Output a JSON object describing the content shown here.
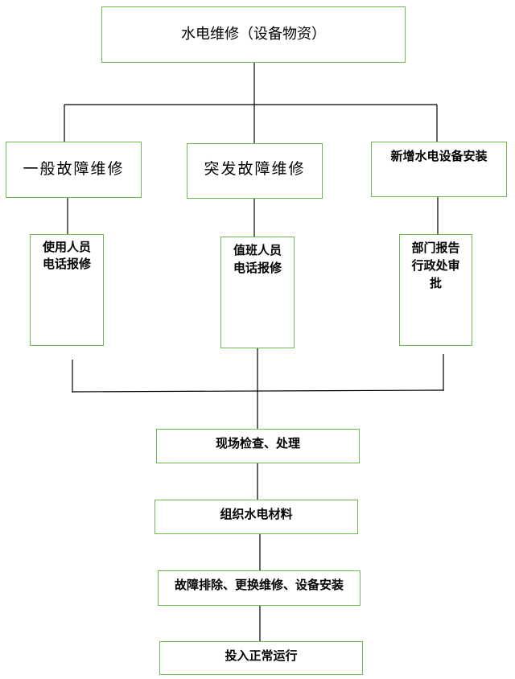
{
  "chart_data": {
    "type": "flowchart",
    "nodes": {
      "root": "水电维修（设备物资）",
      "category_general": "一般故障维修",
      "category_emergency": "突发故障维修",
      "category_new_install": "新增水电设备安装",
      "report_user": "使用人员\n电话报修",
      "report_duty": "值班人员\n电话报修",
      "report_department": "部门报告\n行政处审\n批",
      "step_inspect": "现场检查、处理",
      "step_materials": "组织水电材料",
      "step_fix": "故障排除、更换维修、设备安装",
      "step_run": "投入正常运行"
    },
    "colors": {
      "box_border": "#6dbb4f",
      "connector": "#000000"
    }
  }
}
